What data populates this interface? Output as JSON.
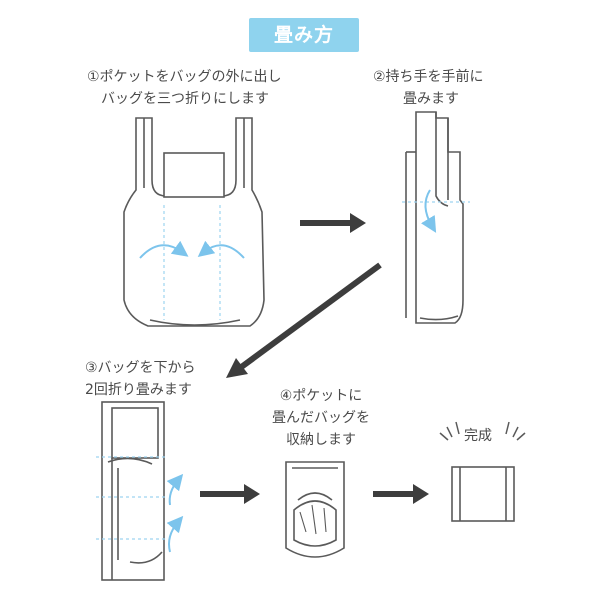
{
  "title": "畳み方",
  "steps": [
    {
      "line1": "①ポケットをバッグの外に出し",
      "line2": "バッグを三つ折りにします"
    },
    {
      "line1": "②持ち手を手前に",
      "line2": "畳みます"
    },
    {
      "line1": "③バッグを下から",
      "line2": "2回折り畳みます"
    },
    {
      "line1": "④ポケットに",
      "line2": "畳んだバッグを",
      "line3": "収納します"
    }
  ],
  "done_label": "完成",
  "colors": {
    "accent": "#8fd3ee",
    "arrow_blue": "#7cc4ec",
    "outline": "#5a5a5a",
    "fold_line": "#9dd4f0",
    "arrow_dark": "#3d3d3d"
  }
}
